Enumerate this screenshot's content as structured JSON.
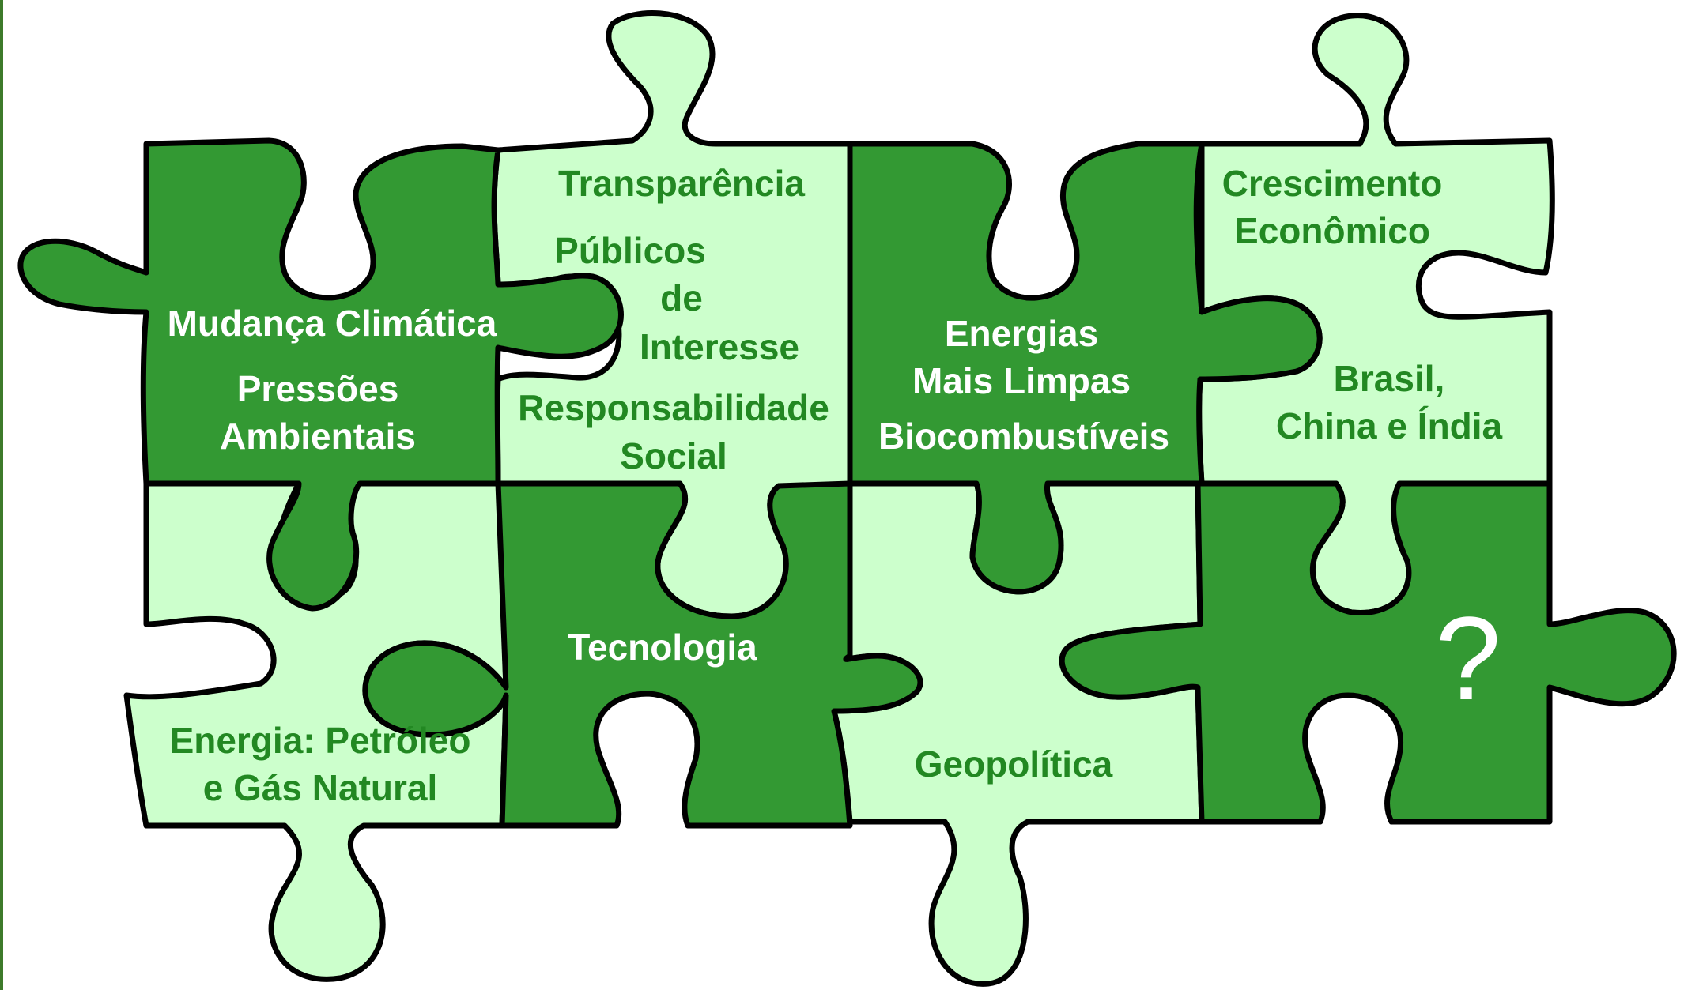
{
  "colors": {
    "dark_piece": "#339933",
    "light_piece": "#ccffcc",
    "dark_text": "#ffffff",
    "light_text": "#228822",
    "outline": "#000000"
  },
  "pieces": {
    "mudanca": {
      "line1": "Mudança Climática",
      "line2": "Pressões",
      "line3": "Ambientais"
    },
    "transparencia": {
      "line1": "Transparência",
      "line2": "Públicos",
      "line3": "de",
      "line4": "Interesse",
      "line5": "Responsabilidade",
      "line6": "Social"
    },
    "energias": {
      "line1": "Energias",
      "line2": "Mais Limpas",
      "line3": "Biocombustíveis"
    },
    "crescimento": {
      "line1": "Crescimento",
      "line2": "Econômico",
      "line3": "Brasil,",
      "line4": "China e Índia"
    },
    "energia_petroleo": {
      "line1": "Energia: Petróleo",
      "line2": "e Gás Natural"
    },
    "tecnologia": {
      "line1": "Tecnologia"
    },
    "geopolitica": {
      "line1": "Geopolítica"
    },
    "unknown": {
      "symbol": "?"
    }
  }
}
